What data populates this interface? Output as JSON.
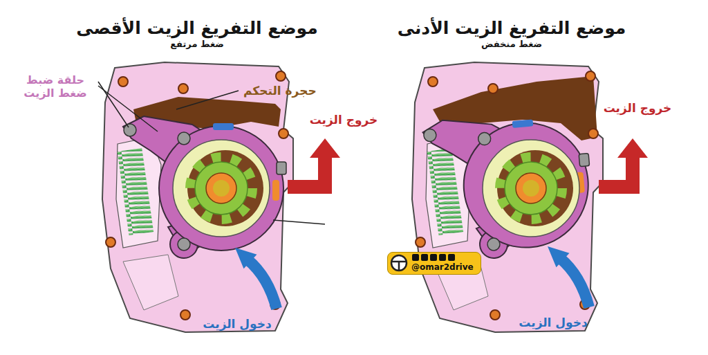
{
  "diagram": {
    "nodes": [
      {
        "text": [
          "موضع التفريغ الزيت الأدنى",
          "ضغط منخفض"
        ]
      },
      {
        "text": [
          "موضع التفريغ الزيت الأقصى",
          "ضغط مرتفع"
        ]
      },
      {
        "text": [
          "@omar2drive"
        ]
      }
    ],
    "labels": [
      "حلقة ضبط ضغط الزيت",
      "حجرة التحكم",
      "خروج الزيت",
      "دخول الزيت",
      "خروج الزيت",
      "دخول الزيت"
    ]
  }
}
